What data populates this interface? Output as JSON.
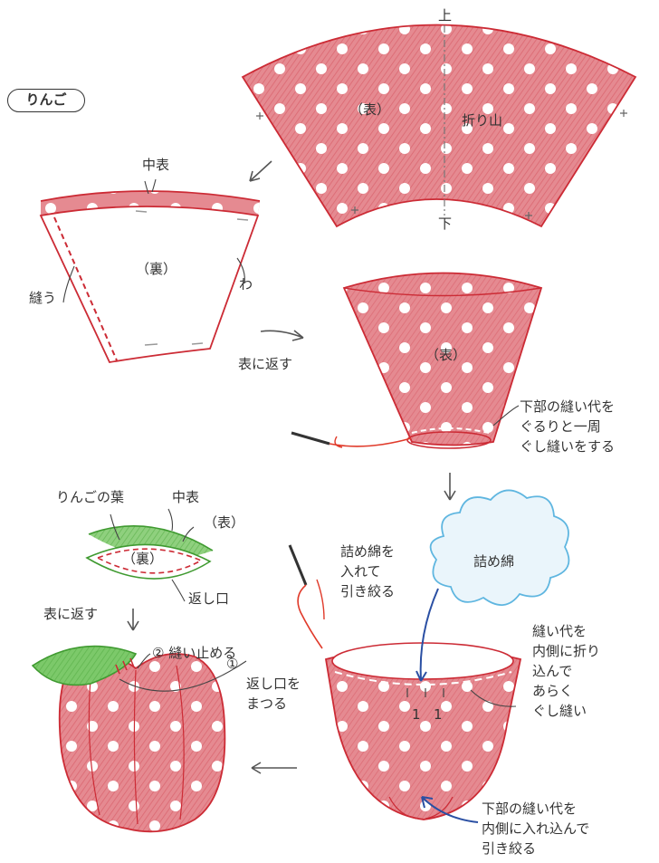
{
  "title": "りんご",
  "colors": {
    "fabric": "#e06a72",
    "outline": "#cc2b35",
    "leaf": "#5cb84a",
    "cloud": "#5fb6e0",
    "arrow_blue": "#2a4fa3",
    "thread": "#e03a2a"
  },
  "step1": {
    "top": "上",
    "bottom": "下",
    "face": "（表）",
    "fold": "折り山"
  },
  "step2": {
    "nakaomote": "中表",
    "back": "（裏）",
    "sew": "縫う",
    "wa": "わ"
  },
  "step3": {
    "turn": "表に返す",
    "face": "（表）",
    "note": [
      "下部の縫い代を",
      "ぐるりと一周",
      "ぐし縫いをする"
    ]
  },
  "step4": {
    "stuffing_label": "詰め綿",
    "note": [
      "詰め綿を",
      "入れて",
      "引き絞る"
    ]
  },
  "step5": {
    "note": [
      "縫い代を",
      "内側に折り",
      "込んで",
      "あらく",
      "ぐし縫い"
    ],
    "measure_1": "1",
    "measure_2": "1",
    "bottom_note": [
      "下部の縫い代を",
      "内側に入れ込んで",
      "引き絞る"
    ]
  },
  "leaf": {
    "title": "りんごの葉",
    "nakaomote": "中表",
    "face": "（表）",
    "back": "（裏）",
    "opening": "返し口",
    "turn": "表に返す"
  },
  "finish": {
    "step2": "② 縫い止める",
    "step1_num": "①",
    "step1": [
      "返し口を",
      "まつる"
    ]
  },
  "arrows": {
    "down": "↓",
    "left": "←"
  }
}
